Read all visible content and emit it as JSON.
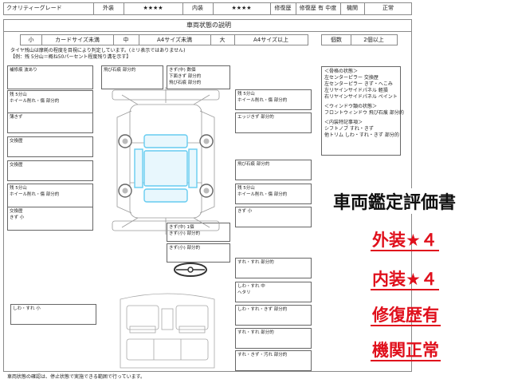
{
  "header": {
    "quality_label": "クオリティーグレード",
    "exterior_label": "外装",
    "exterior_stars": "★★★★",
    "interior_label": "内装",
    "interior_stars": "★★★★",
    "repair_label": "修復歴",
    "repair_value": "修復歴 有 中度",
    "engine_label": "機関",
    "engine_value": "正常"
  },
  "section_title": "車両状態の説明",
  "legend": {
    "small": "小",
    "small_desc": "カードサイズ未満",
    "medium": "中",
    "medium_desc": "A4サイズ未満",
    "large": "大",
    "large_desc": "A4サイズ以上",
    "count_label": "個数",
    "count_value": "2個以上"
  },
  "notes": {
    "tire_note": "タイヤ残山は摩耗の程度を目視により判定しています。(ミリ表示ではありません)",
    "tire_example": "【例：残 5分山＝概ね50パーセント程度残り溝を示す】",
    "footer": "車両状態の確認は、停止状態で実施できる範囲で行っています。"
  },
  "left_boxes": [
    {
      "lines": [
        "補修痕 波あり"
      ]
    },
    {
      "lines": [
        "残 5分山",
        "ホイール削れ・傷 部分的"
      ]
    },
    {
      "lines": [
        "薄きず"
      ]
    },
    {
      "lines": [
        "交換歴"
      ]
    },
    {
      "lines": [
        "交換歴"
      ]
    },
    {
      "lines": [
        "残 5分山",
        "ホイール削れ・傷 部分的"
      ]
    },
    {
      "lines": [
        "交換歴",
        "きず 小"
      ]
    }
  ],
  "top_boxes": [
    {
      "lines": [
        "飛び石痕 部分的"
      ]
    },
    {
      "lines": [
        "きず(中) 数個",
        "下面きず 部分的",
        "飛び石痕 部分的"
      ]
    }
  ],
  "right_boxes": [
    {
      "lines": [
        "残 5分山",
        "ホイール削れ・傷 部分的"
      ]
    },
    {
      "lines": [
        "エッジきず 部分的"
      ]
    },
    {
      "lines": [
        "飛び石痕 部分的"
      ]
    },
    {
      "lines": [
        "残 5分山",
        "ホイール削れ・傷 部分的"
      ]
    },
    {
      "lines": [
        "きず 小"
      ]
    }
  ],
  "bottom_boxes": [
    {
      "lines": [
        "きず(中) 1個",
        "きず(小) 部分的"
      ]
    },
    {
      "lines": [
        "きず(小) 部分的"
      ]
    }
  ],
  "interior_boxes": [
    {
      "lines": [
        "すれ・すれ 部分的"
      ]
    },
    {
      "lines": [
        "しわ・すれ 中",
        "ヘタリ"
      ]
    },
    {
      "lines": [
        "しわ・すれ 小"
      ]
    },
    {
      "lines": [
        "しわ・すれ・きず 部分的"
      ]
    },
    {
      "lines": [
        "すれ・すれ 部分的"
      ]
    },
    {
      "lines": [
        "すれ・きず・汚れ 部分的"
      ]
    }
  ],
  "remarks": {
    "skeleton_title": "＜骨格の状態＞",
    "skeleton_lines": [
      "左センターピラー 交換歴",
      "左センターピラー きず・へこみ",
      "左リヤインサイドパネル 軽損",
      "右リヤインサイドパネル ペイント"
    ],
    "glass_title": "＜ウィンドウ類の状態＞",
    "glass_lines": [
      "フロントウィンドウ 飛び石痕 部分的"
    ],
    "interior_title": "＜内装特記事項＞",
    "interior_lines": [
      "シフトノブ すれ・きず",
      "他トリム しわ・すれ・きず 部分的"
    ]
  },
  "overlay": {
    "title": "車両鑑定評価書",
    "line1": "外装★４",
    "line2": "内装★４",
    "line3": "修復歴有",
    "line4": "機関正常"
  },
  "colors": {
    "accent_red": "#e0101c",
    "glass_blue": "#66ccf0",
    "border_gray": "#8a8a8a"
  }
}
